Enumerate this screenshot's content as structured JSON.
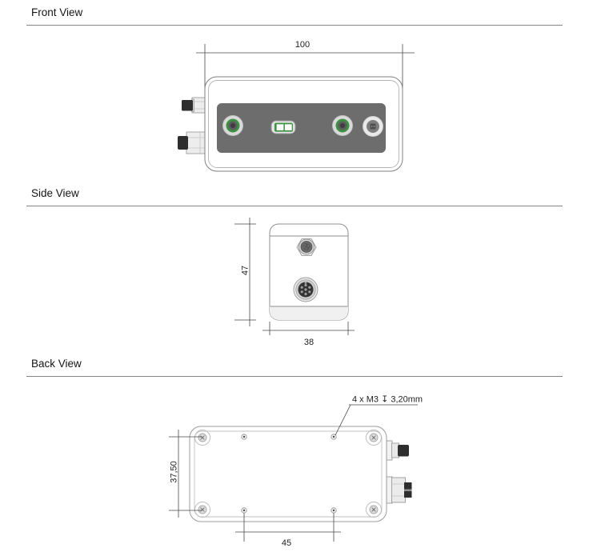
{
  "sections": {
    "front": {
      "label": "Front View"
    },
    "side": {
      "label": "Side View"
    },
    "back": {
      "label": "Back View"
    }
  },
  "front_view": {
    "width_dim": "100"
  },
  "side_view": {
    "height_dim": "47",
    "depth_dim": "38"
  },
  "back_view": {
    "annotation": "4 x M3 ↧ 3,20mm",
    "hole_spacing_vertical": "37,50",
    "hole_spacing_horizontal": "45"
  },
  "colors": {
    "accent_green": "#3e9142",
    "panel_gray": "#6d6d6d"
  }
}
